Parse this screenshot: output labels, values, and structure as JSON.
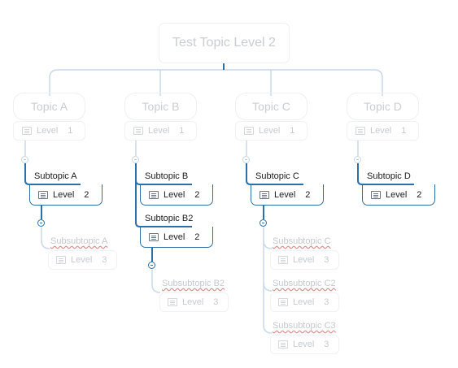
{
  "central": "Test Topic Level 2",
  "level_word": "Level",
  "topics": [
    {
      "label": "Topic A",
      "level": "1"
    },
    {
      "label": "Topic B",
      "level": "1"
    },
    {
      "label": "Topic C",
      "level": "1"
    },
    {
      "label": "Topic D",
      "level": "1"
    }
  ],
  "subtopics": [
    {
      "label": "Subtopic A",
      "level": "2"
    },
    {
      "label": "Subtopic B",
      "level": "2"
    },
    {
      "label": "Subtopic B2",
      "level": "2"
    },
    {
      "label": "Subtopic C",
      "level": "2"
    },
    {
      "label": "Subtopic D",
      "level": "2"
    }
  ],
  "subsubtopics": [
    {
      "label": "Subsubtopic A",
      "level": "3"
    },
    {
      "label": "Subsubtopic B2",
      "level": "3"
    },
    {
      "label": "Subsubtopic C",
      "level": "3"
    },
    {
      "label": "Subsubtopic C2",
      "level": "3"
    },
    {
      "label": "Subsubtopic C3",
      "level": "3"
    }
  ],
  "colors": {
    "active_line": "#2f6fa8",
    "faded_line": "#c9d9e8",
    "faded_text": "#c9ced3",
    "spellcheck_underline": "#e08a8a"
  }
}
